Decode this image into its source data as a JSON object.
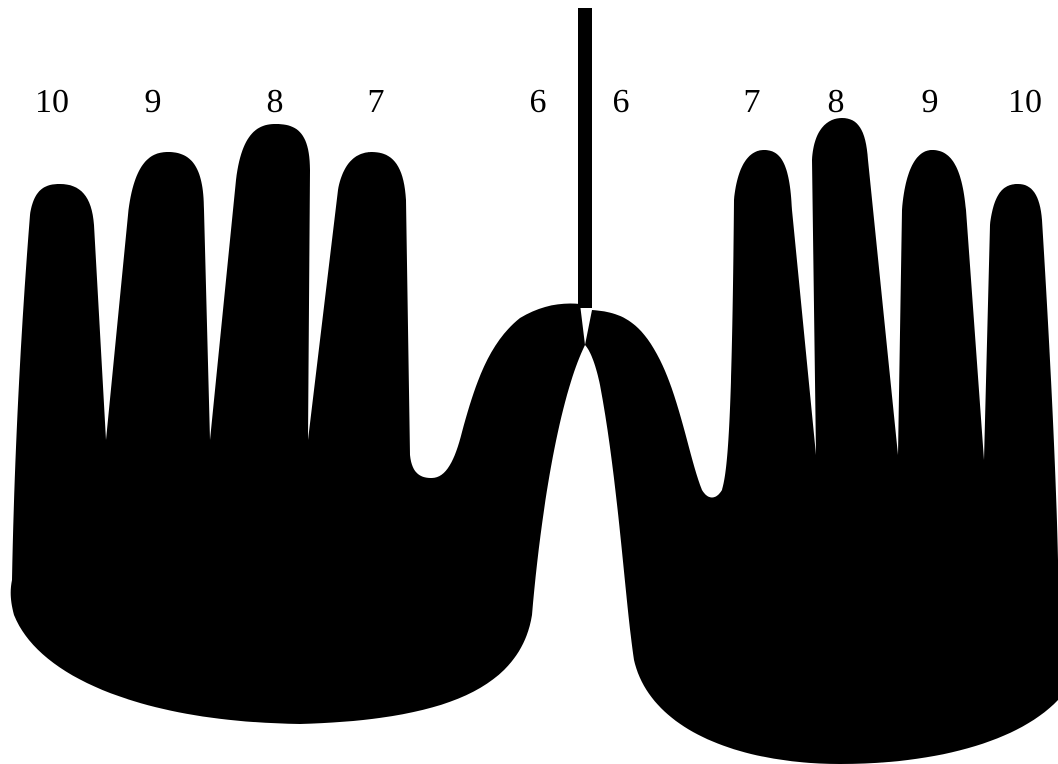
{
  "colors": {
    "background": "#ffffff",
    "silhouette": "#000000"
  },
  "labels": {
    "left": [
      "10",
      "9",
      "8",
      "7",
      "6"
    ],
    "right": [
      "6",
      "7",
      "8",
      "9",
      "10"
    ]
  }
}
